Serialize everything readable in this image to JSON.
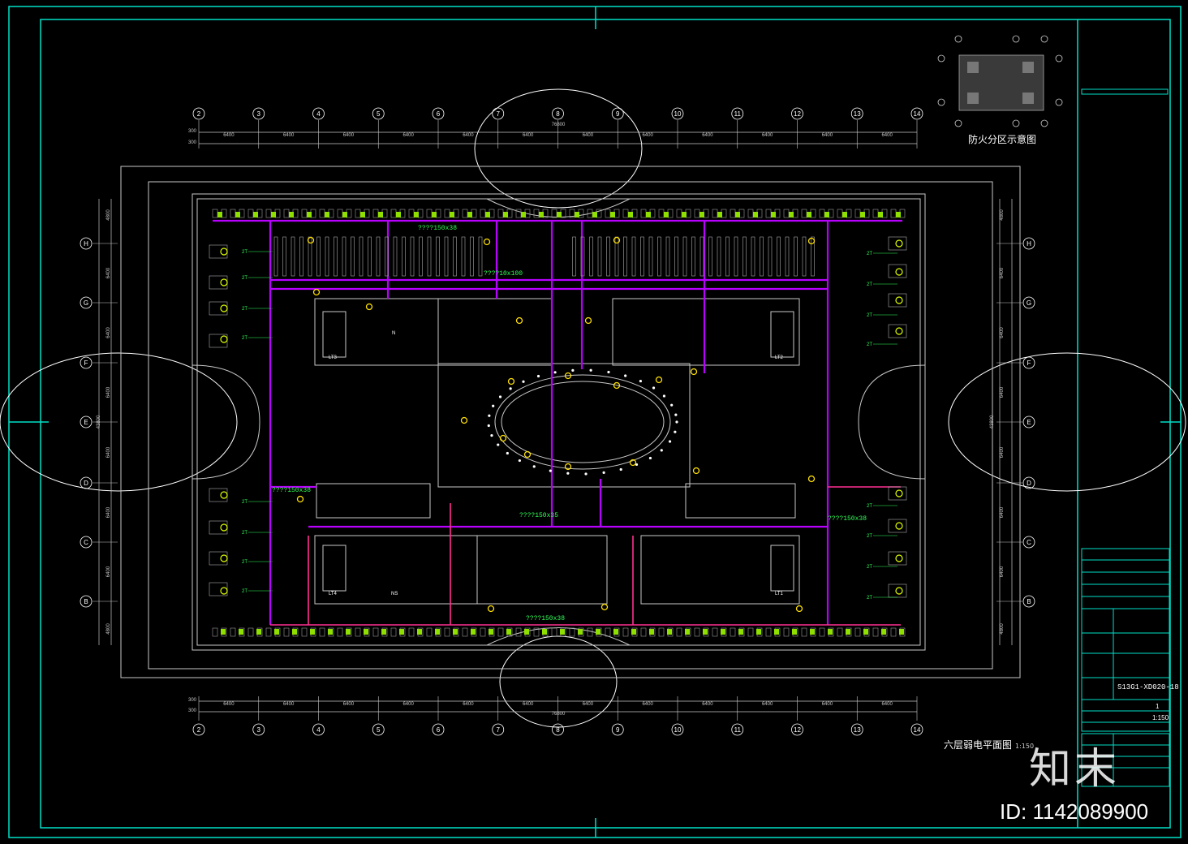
{
  "drawing": {
    "title": "六层弱电平面图",
    "scale": "1:150",
    "zone_diagram_title": "防火分区示意图",
    "drawing_number": "S13G1-XD020-18",
    "overall_dimension": "76800",
    "bay_dimension": "6400",
    "edge_dimension": "300",
    "vertical_total": "43800",
    "row_dimension": "4800",
    "column_axes": [
      "2",
      "3",
      "4",
      "5",
      "6",
      "7",
      "8",
      "9",
      "10",
      "11",
      "12",
      "13",
      "14"
    ],
    "row_axes": [
      "H",
      "G",
      "F",
      "E",
      "D",
      "C",
      "B"
    ],
    "cable_tray_labels": [
      "????150x38",
      "????150x38",
      "????150x38",
      "????150x38",
      "????10x100",
      "????150x35"
    ],
    "data_point_label": "2T",
    "room_labels": [
      "LT3",
      "LT2",
      "LT4",
      "LT1",
      "N",
      "NS"
    ],
    "title_block": {
      "scale_value": "1:150",
      "sheet_value": "1"
    }
  },
  "watermark": {
    "logo_text": "知末",
    "id_text": "ID: 1142089900"
  },
  "colors": {
    "background": "#000000",
    "frame": "#00e0c8",
    "wall": "#c8c8c8",
    "cable": "#b800ff",
    "cable_pink": "#ff2f92",
    "device": "#ffe000",
    "annotation": "#32ff5a",
    "axis": "#ffffff"
  }
}
